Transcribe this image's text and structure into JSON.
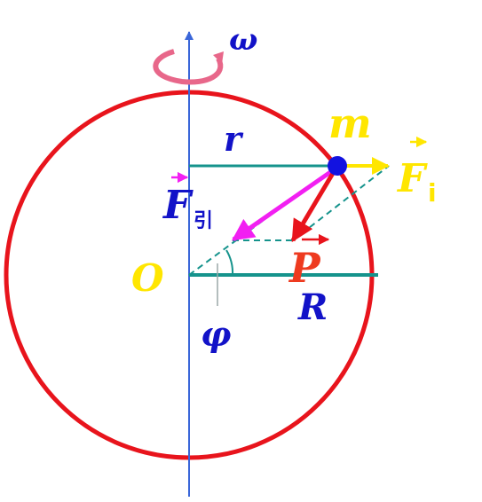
{
  "labels": {
    "omega": "ω",
    "m": "m",
    "r": "r",
    "f_inertial": "F",
    "f_inertial_sub": "i",
    "f_gravity": "F",
    "f_gravity_sub": "引",
    "p": "P",
    "o": "O",
    "big_r": "R",
    "phi": "φ"
  },
  "colors": {
    "earth_circle": "#e8141c",
    "axis": "#3a66d9",
    "omega_arrow": "#e8678a",
    "radius_line": "#15938c",
    "mass": "#1212e0",
    "f_inertial": "#ffe600",
    "f_gravity": "#f21ff2",
    "p_force": "#e8141c",
    "dashed": "#15938c",
    "label_blue": "#1212c8",
    "label_yellow": "#ffe600",
    "label_red": "#ee3a1f"
  },
  "icons": {
    "rotation": "curved-rotation-arrow-icon",
    "mass": "mass-point-icon"
  }
}
